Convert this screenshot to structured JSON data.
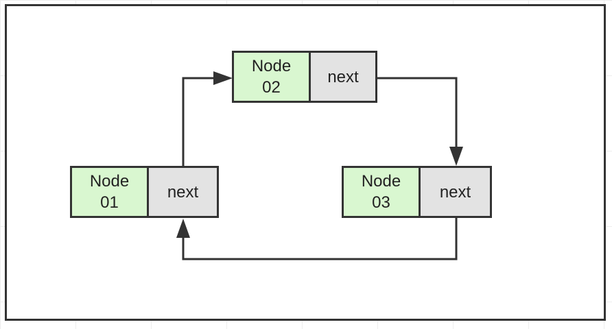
{
  "nodes": [
    {
      "name": "Node\n01",
      "pointer_label": "next",
      "name_fill": "#d9f7d0",
      "pointer_fill": "#e3e3e3"
    },
    {
      "name": "Node\n02",
      "pointer_label": "next",
      "name_fill": "#d9f7d0",
      "pointer_fill": "#e3e3e3"
    },
    {
      "name": "Node\n03",
      "pointer_label": "next",
      "name_fill": "#d9f7d0",
      "pointer_fill": "#e3e3e3"
    }
  ],
  "edges": [
    {
      "from": "Node 01 next",
      "to": "Node 02"
    },
    {
      "from": "Node 02 next",
      "to": "Node 03"
    },
    {
      "from": "Node 03 next",
      "to": "Node 01"
    }
  ],
  "colors": {
    "stroke": "#333333",
    "node_fill": "#d9f7d0",
    "pointer_fill": "#e3e3e3"
  }
}
